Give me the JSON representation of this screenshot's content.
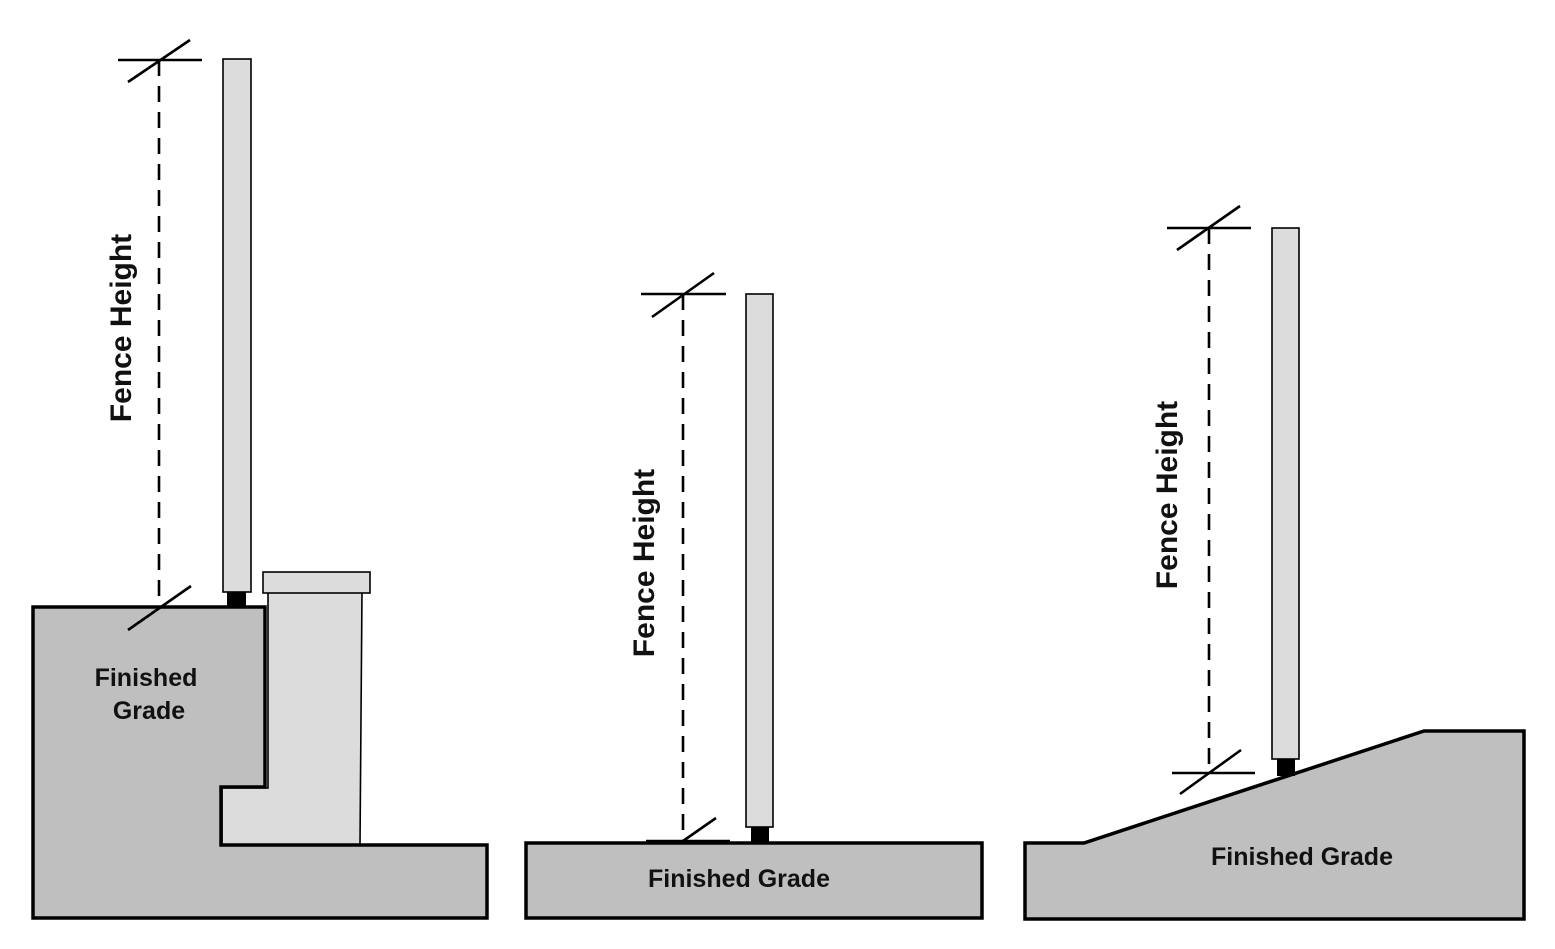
{
  "diagram": {
    "title": "",
    "colors": {
      "ground": "#bfbfbf",
      "post": "#dcdcdc",
      "outline": "#000000",
      "background": "#ffffff"
    },
    "panels": [
      {
        "id": "retaining-wall",
        "description": "Fence on top of retaining wall",
        "dimension_label": "Fence Height",
        "ground_label_line1": "Finished",
        "ground_label_line2": "Grade"
      },
      {
        "id": "flat-ground",
        "description": "Fence on flat ground",
        "dimension_label": "Fence Height",
        "ground_label": "Finished Grade"
      },
      {
        "id": "sloped-ground",
        "description": "Fence on sloped ground",
        "dimension_label": "Fence Height",
        "ground_label": "Finished Grade"
      }
    ]
  }
}
